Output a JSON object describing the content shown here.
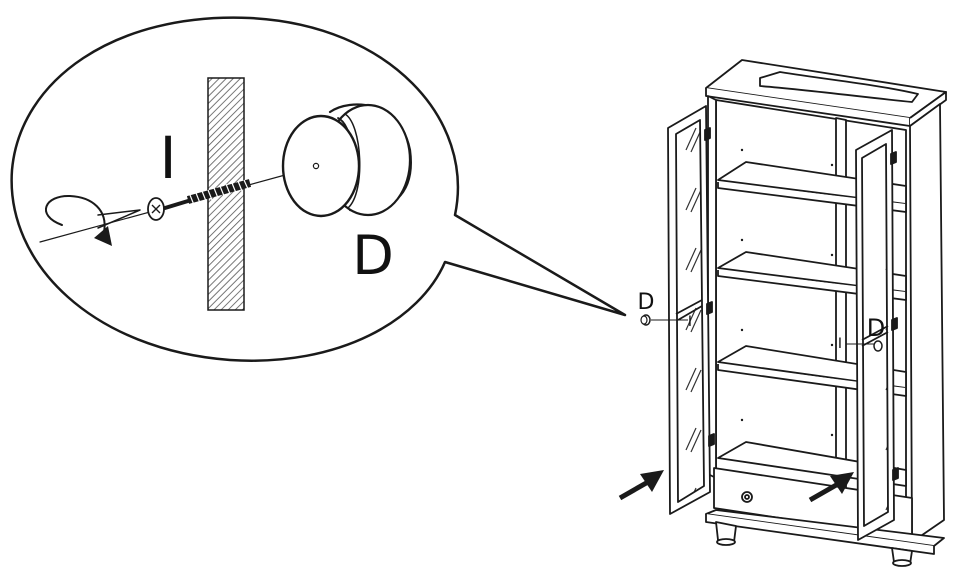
{
  "callout": {
    "part_screw_label": "I",
    "part_knob_label": "D"
  },
  "cabinet": {
    "left_door_knob_label": "D",
    "left_door_screw_label": "I",
    "right_door_knob_label": "D",
    "right_door_screw_label": "I"
  },
  "colors": {
    "line": "#1a1a1a",
    "wall_hatch": "#555555",
    "background": "#ffffff"
  }
}
